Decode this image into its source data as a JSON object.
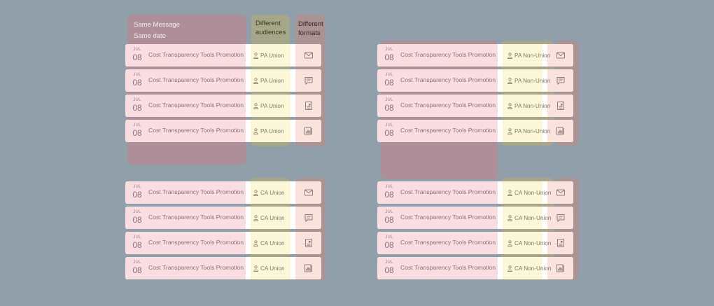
{
  "annotations": {
    "message": {
      "line1": "Same Message",
      "line2": "Same date"
    },
    "audiences": {
      "line1": "Different",
      "line2": "audiences"
    },
    "formats": {
      "line1": "Different",
      "line2": "formats"
    }
  },
  "colors": {
    "background": "#919faa",
    "message_band": "#ae8e99",
    "audience_band": "#a6a68a",
    "format_band": "#a99393",
    "message_cell": "#fadde1",
    "audience_cell": "#fbf7d8",
    "format_cell": "#f9e3dc"
  },
  "groups": [
    {
      "audience": "PA Union",
      "rows": [
        {
          "month": "JUL",
          "day": "08",
          "message": "Cost Transparency Tools Promotion",
          "audience": "PA Union",
          "format_icon": "mail-icon"
        },
        {
          "month": "JUL",
          "day": "08",
          "message": "Cost Transparency Tools Promotion",
          "audience": "PA Union",
          "format_icon": "chat-icon"
        },
        {
          "month": "JUL",
          "day": "08",
          "message": "Cost Transparency Tools Promotion",
          "audience": "PA Union",
          "format_icon": "document-icon"
        },
        {
          "month": "JUL",
          "day": "08",
          "message": "Cost Transparency Tools Promotion",
          "audience": "PA Union",
          "format_icon": "report-icon"
        }
      ]
    },
    {
      "audience": "PA Non-Union",
      "rows": [
        {
          "month": "JUL",
          "day": "08",
          "message": "Cost Transparency Tools Promotion",
          "audience": "PA Non-Union",
          "format_icon": "mail-icon"
        },
        {
          "month": "JUL",
          "day": "08",
          "message": "Cost Transparency Tools Promotion",
          "audience": "PA Non-Union",
          "format_icon": "chat-icon"
        },
        {
          "month": "JUL",
          "day": "08",
          "message": "Cost Transparency Tools Promotion",
          "audience": "PA Non-Union",
          "format_icon": "document-icon"
        },
        {
          "month": "JUL",
          "day": "08",
          "message": "Cost Transparency Tools Promotion",
          "audience": "PA Non-Union",
          "format_icon": "report-icon"
        }
      ]
    },
    {
      "audience": "CA Union",
      "rows": [
        {
          "month": "JUL",
          "day": "08",
          "message": "Cost Transparency Tools Promotion",
          "audience": "CA Union",
          "format_icon": "mail-icon"
        },
        {
          "month": "JUL",
          "day": "08",
          "message": "Cost Transparency Tools Promotion",
          "audience": "CA Union",
          "format_icon": "chat-icon"
        },
        {
          "month": "JUL",
          "day": "08",
          "message": "Cost Transparency Tools Promotion",
          "audience": "CA Union",
          "format_icon": "document-icon"
        },
        {
          "month": "JUL",
          "day": "08",
          "message": "Cost Transparency Tools Promotion",
          "audience": "CA Union",
          "format_icon": "report-icon"
        }
      ]
    },
    {
      "audience": "CA Non-Union",
      "rows": [
        {
          "month": "JUL",
          "day": "08",
          "message": "Cost Transparency Tools Promotion",
          "audience": "CA Non-Union",
          "format_icon": "mail-icon"
        },
        {
          "month": "JUL",
          "day": "08",
          "message": "Cost Transparency Tools Promotion",
          "audience": "CA Non-Union",
          "format_icon": "chat-icon"
        },
        {
          "month": "JUL",
          "day": "08",
          "message": "Cost Transparency Tools Promotion",
          "audience": "CA Non-Union",
          "format_icon": "document-icon"
        },
        {
          "month": "JUL",
          "day": "08",
          "message": "Cost Transparency Tools Promotion",
          "audience": "CA Non-Union",
          "format_icon": "report-icon"
        }
      ]
    }
  ]
}
